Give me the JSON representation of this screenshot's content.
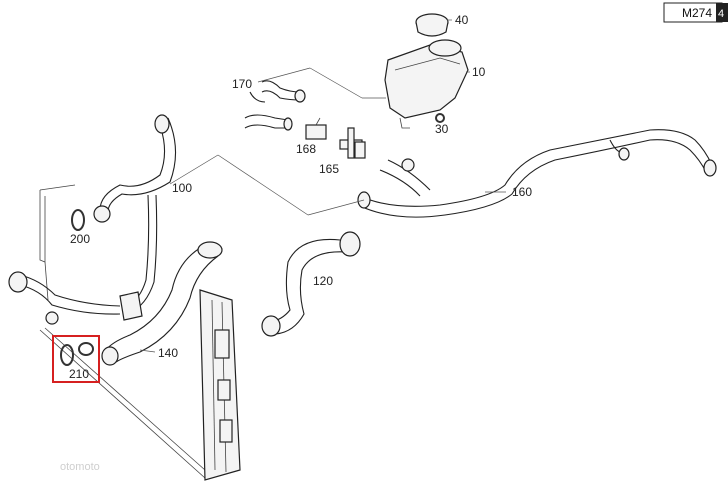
{
  "model_badge": {
    "text": "M274",
    "icon": "4"
  },
  "callouts": {
    "c10": "10",
    "c30": "30",
    "c40": "40",
    "c100": "100",
    "c120": "120",
    "c140": "140",
    "c160": "160",
    "c165": "165",
    "c168": "168",
    "c170": "170",
    "c200": "200",
    "c210": "210"
  },
  "highlight": {
    "part": "210",
    "color": "#d62020"
  },
  "watermark": "otomoto"
}
